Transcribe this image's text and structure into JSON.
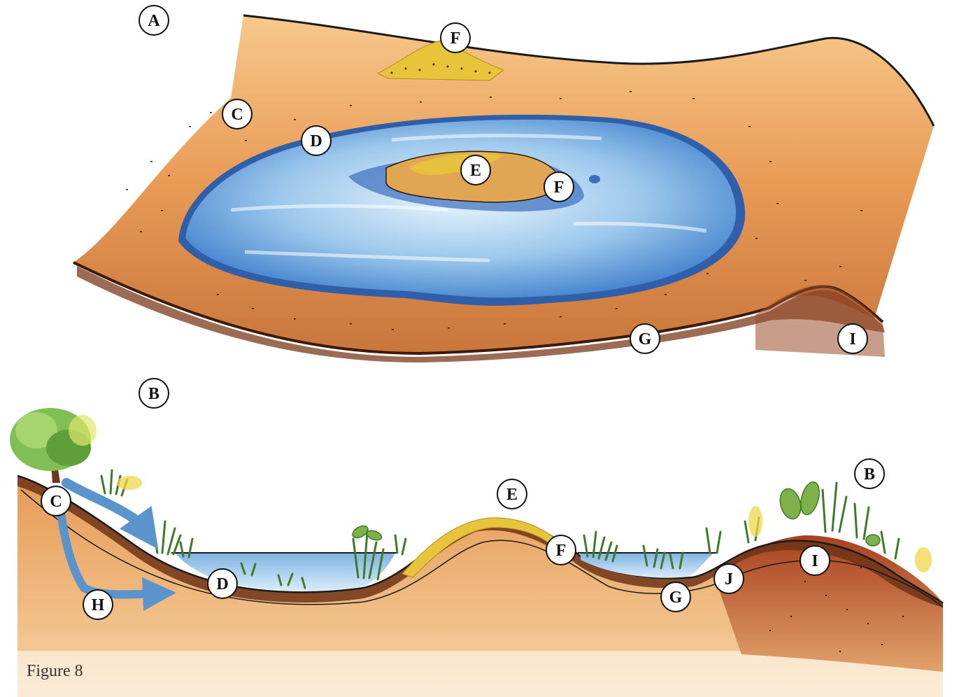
{
  "figure": {
    "caption": "Figure 8",
    "panel_a_label": "A",
    "panel_b_label": "B"
  },
  "panel_a": {
    "labels": {
      "c": "C",
      "d": "D",
      "e": "E",
      "f_mound": "F",
      "f_island": "F",
      "g": "G",
      "i": "I"
    }
  },
  "panel_b": {
    "labels": {
      "c": "C",
      "h": "H",
      "d": "D",
      "e": "E",
      "f": "F",
      "g": "G",
      "j": "J",
      "i": "I",
      "b": "B"
    }
  },
  "colors": {
    "soil_orange": "#e89a52",
    "soil_light": "#f3c27f",
    "soil_dark": "#8a4a24",
    "water_blue": "#5b9ad8",
    "water_light": "#cfe6f7",
    "sand_yellow": "#e8c43a",
    "subsoil_red": "#b8502a",
    "vegetation_green": "#6ea83c",
    "arrow_blue": "#5b94cc"
  }
}
